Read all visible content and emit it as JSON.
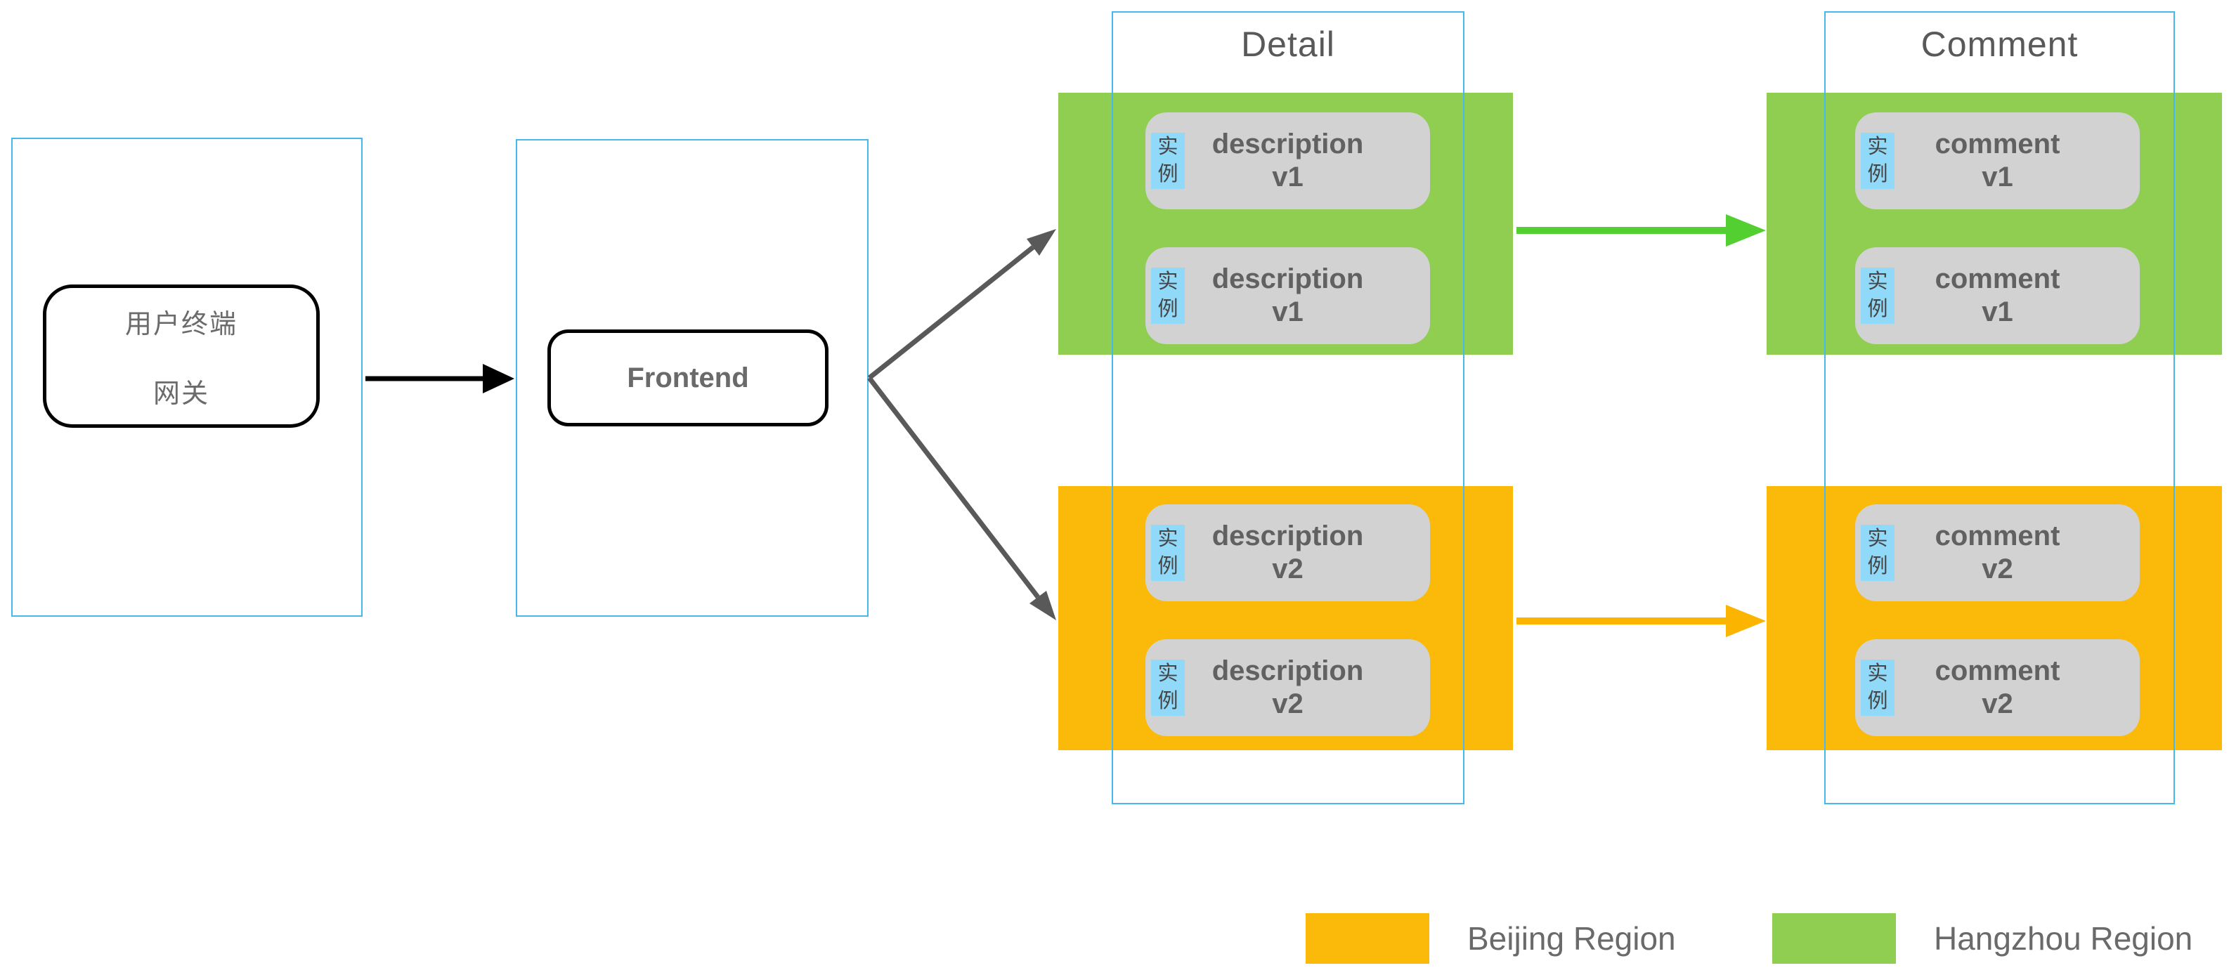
{
  "colors": {
    "hangzhou_green": "#8FCE51",
    "beijing_orange": "#FBB90A",
    "green_arrow": "#53CF31",
    "orange_arrow": "#FBB400",
    "blue_border": "#45B9EE",
    "tag_blue": "#90D9F9",
    "instance_gray": "#D2D2D2",
    "connector_gray": "#595959",
    "connector_black": "#000000"
  },
  "user_panel": {
    "line1": "用户终端",
    "line2": "网关"
  },
  "frontend_panel": {
    "label": "Frontend"
  },
  "detail_column": {
    "title": "Detail",
    "hangzhou_instances": [
      {
        "tag": "实例",
        "line1": "description",
        "line2": "v1"
      },
      {
        "tag": "实例",
        "line1": "description",
        "line2": "v1"
      }
    ],
    "beijing_instances": [
      {
        "tag": "实例",
        "line1": "description",
        "line2": "v2"
      },
      {
        "tag": "实例",
        "line1": "description",
        "line2": "v2"
      }
    ]
  },
  "comment_column": {
    "title": "Comment",
    "hangzhou_instances": [
      {
        "tag": "实例",
        "line1": "comment",
        "line2": "v1"
      },
      {
        "tag": "实例",
        "line1": "comment",
        "line2": "v1"
      }
    ],
    "beijing_instances": [
      {
        "tag": "实例",
        "line1": "comment",
        "line2": "v2"
      },
      {
        "tag": "实例",
        "line1": "comment",
        "line2": "v2"
      }
    ]
  },
  "legend": {
    "items": [
      {
        "label": "Beijing Region",
        "color": "#FBB90A"
      },
      {
        "label": "Hangzhou Region",
        "color": "#8FCE51"
      }
    ]
  }
}
